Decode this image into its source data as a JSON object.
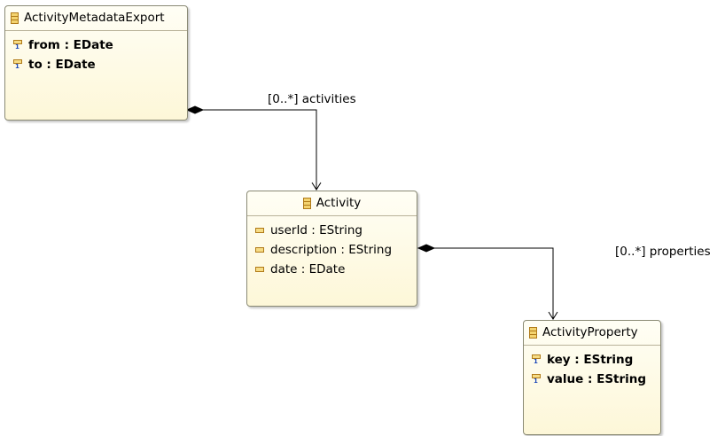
{
  "classes": {
    "activity_metadata_export": {
      "name": "ActivityMetadataExport",
      "attributes": [
        {
          "text": "from : EDate",
          "icon": "required-attribute-icon"
        },
        {
          "text": "to : EDate",
          "icon": "required-attribute-icon"
        }
      ]
    },
    "activity": {
      "name": "Activity",
      "attributes": [
        {
          "text": "userId : EString",
          "icon": "attribute-icon"
        },
        {
          "text": "description : EString",
          "icon": "attribute-icon"
        },
        {
          "text": "date : EDate",
          "icon": "attribute-icon"
        }
      ]
    },
    "activity_property": {
      "name": "ActivityProperty",
      "attributes": [
        {
          "text": "key : EString",
          "icon": "required-attribute-icon"
        },
        {
          "text": "value : EString",
          "icon": "required-attribute-icon"
        }
      ]
    }
  },
  "references": {
    "activities": "[0..*] activities",
    "properties": "[0..*] properties"
  },
  "colors": {
    "class_fill": "#fdf7d8",
    "class_border": "#8a8a74",
    "icon_fill": "#f6dc85",
    "icon_border": "#b07a18",
    "multiplicity_one": "#1a46b8"
  }
}
